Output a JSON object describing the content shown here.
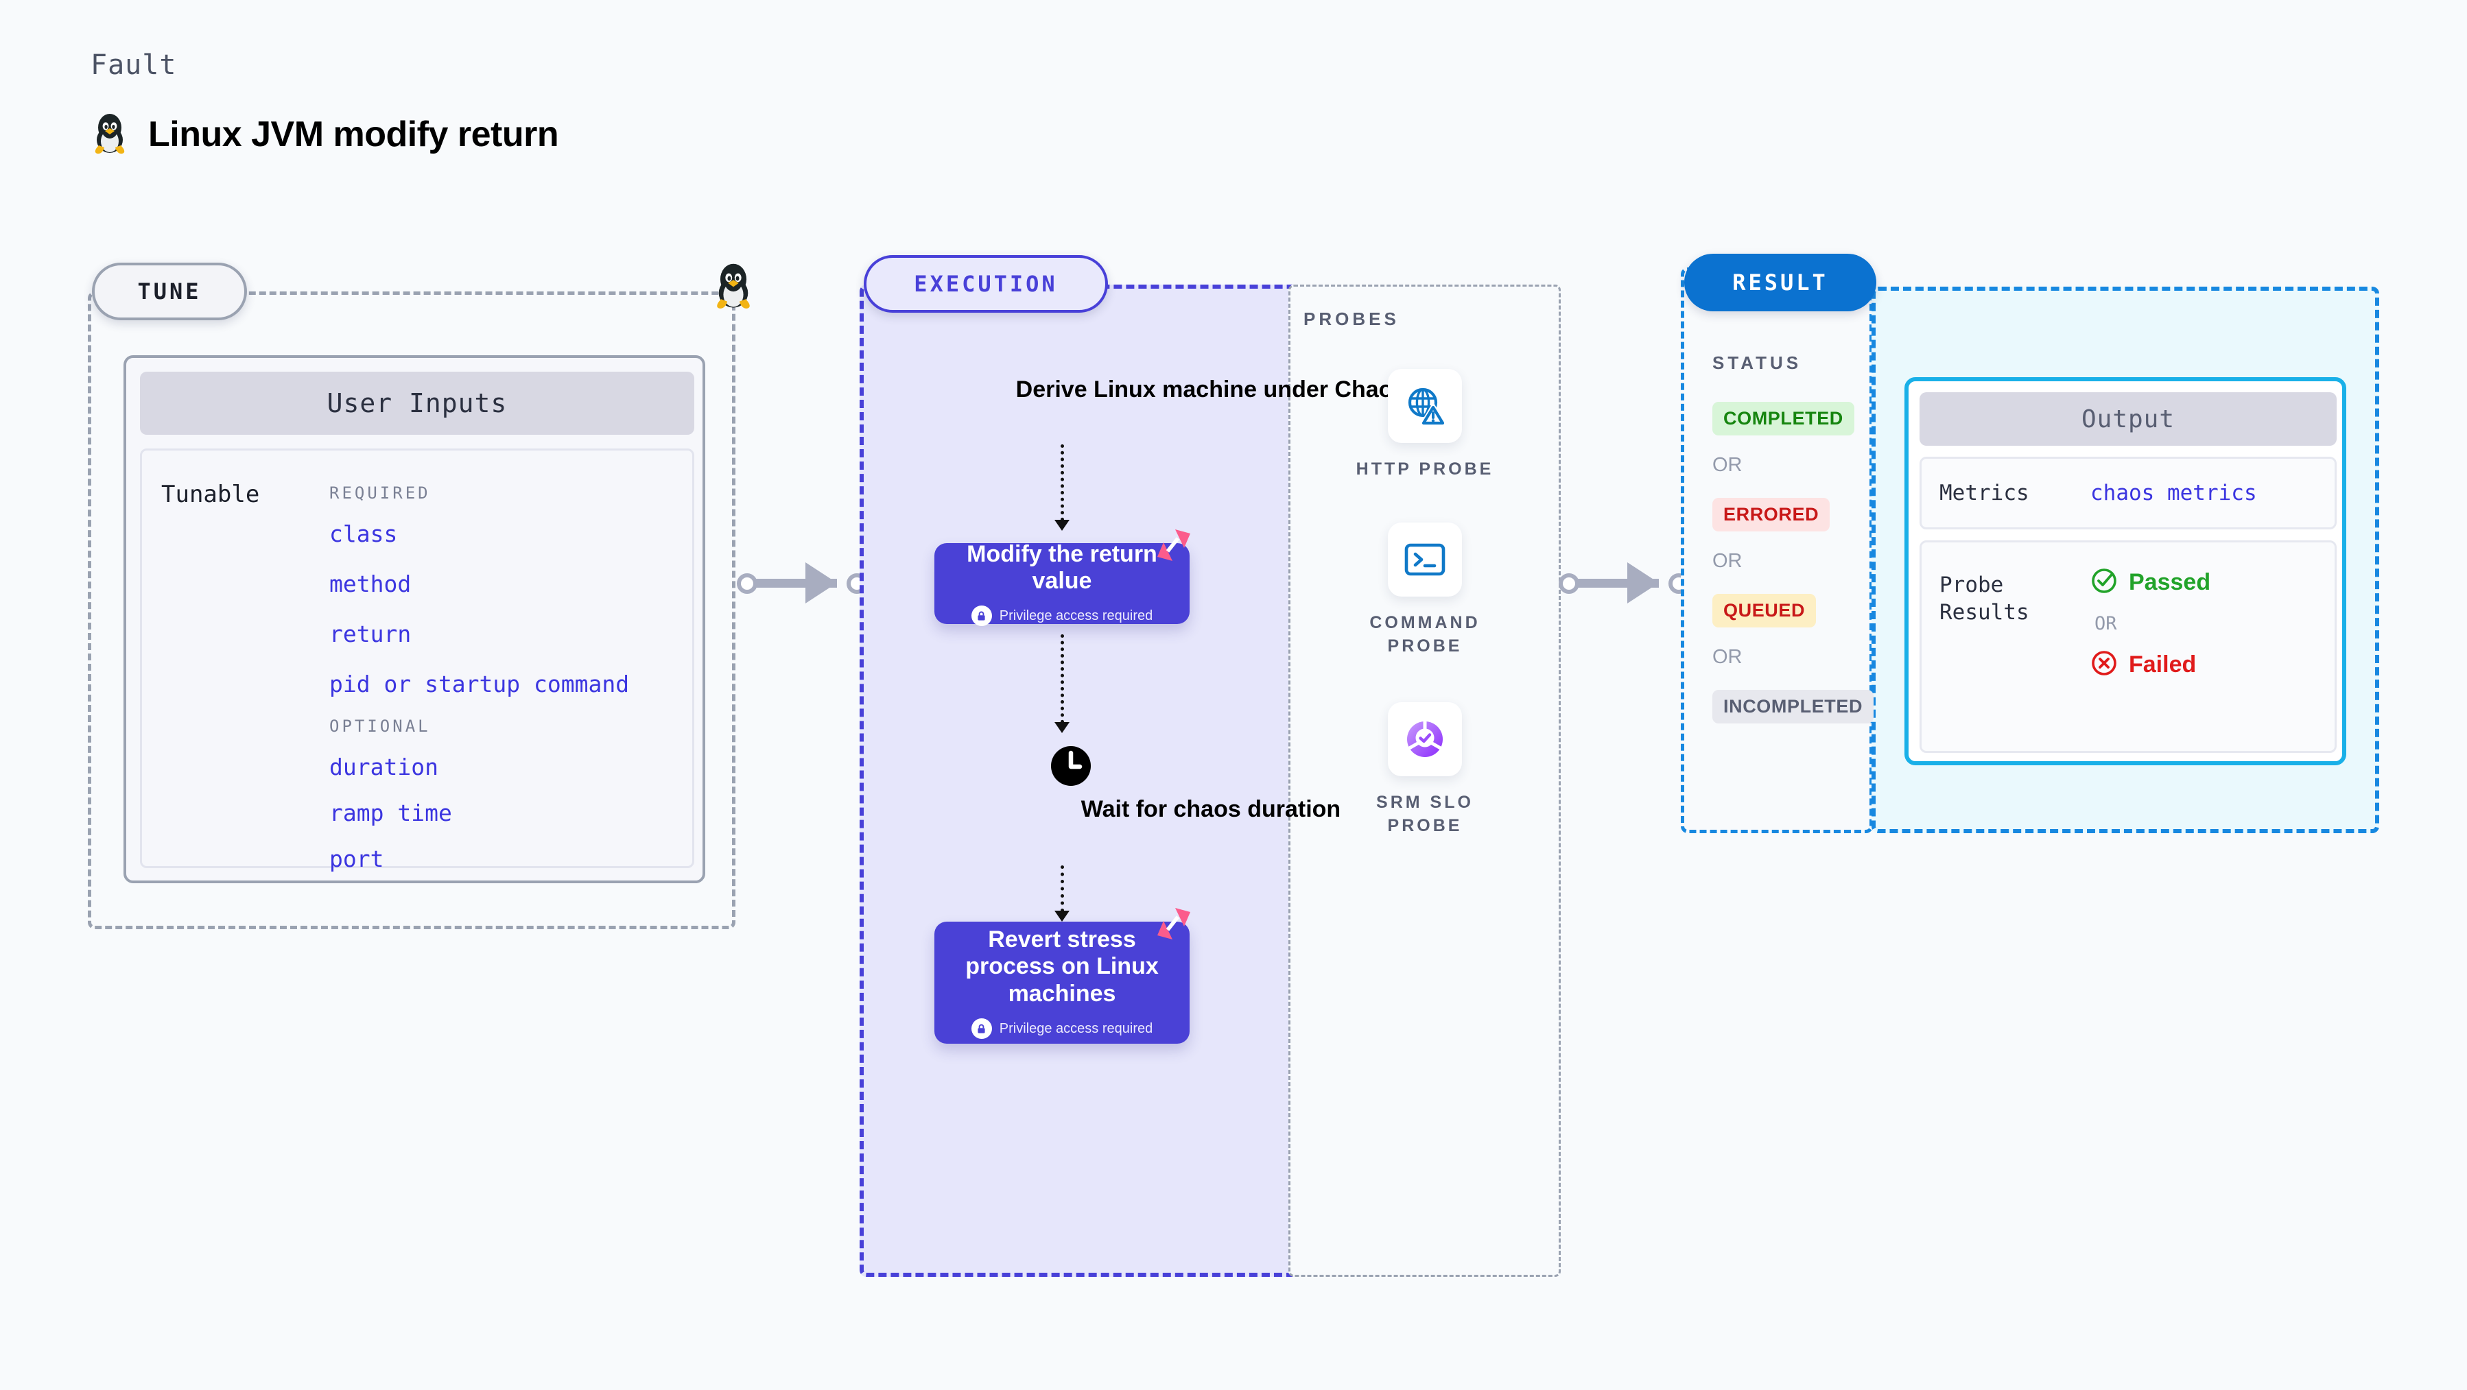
{
  "header": {
    "eyebrow": "Fault",
    "title": "Linux JVM modify return",
    "icon": "linux-penguin-icon"
  },
  "tune": {
    "pill_label": "TUNE",
    "card_title": "User Inputs",
    "tunable_label": "Tunable",
    "groups": [
      {
        "label": "REQUIRED",
        "items": [
          "class",
          "method",
          "return",
          "pid or startup command"
        ]
      },
      {
        "label": "OPTIONAL",
        "items": [
          "duration",
          "ramp time",
          "port"
        ]
      }
    ]
  },
  "execution": {
    "pill_label": "EXECUTION",
    "step_derive": "Derive Linux machine under Chaos",
    "step_modify": {
      "title": "Modify the return value",
      "privilege_note": "Privilege access required"
    },
    "step_wait": "Wait for chaos duration",
    "step_revert": {
      "title": "Revert stress process on Linux machines",
      "privilege_note": "Privilege access required"
    }
  },
  "probes": {
    "label": "PROBES",
    "items": [
      {
        "name": "HTTP PROBE",
        "icon": "globe-warning-icon"
      },
      {
        "name": "COMMAND PROBE",
        "icon": "terminal-icon"
      },
      {
        "name": "SRM SLO PROBE",
        "icon": "slo-donut-check-icon"
      }
    ]
  },
  "result": {
    "pill_label": "RESULT",
    "status_label": "STATUS",
    "or_label": "OR",
    "statuses": [
      {
        "label": "COMPLETED",
        "bg": "#d8f5d8",
        "fg": "#16850f"
      },
      {
        "label": "ERRORED",
        "bg": "#fde3e3",
        "fg": "#c81818"
      },
      {
        "label": "QUEUED",
        "bg": "#fdefc4",
        "fg": "#c81818"
      },
      {
        "label": "INCOMPLETED",
        "bg": "#e7e8ee",
        "fg": "#585e72"
      }
    ]
  },
  "output": {
    "title": "Output",
    "metrics_key": "Metrics",
    "metrics_value": "chaos metrics",
    "probe_results_key": "Probe Results",
    "passed_label": "Passed",
    "failed_label": "Failed",
    "or_label": "OR"
  },
  "colors": {
    "indigo": "#4a41d6",
    "indigo_pill_bg": "#e9e9fc",
    "exec_bg": "#e6e6fb",
    "result_blue": "#0b72d0",
    "output_cyan": "#19b0e8",
    "output_bg": "#eaf9fd",
    "harness_pink": "#fb5c8c",
    "probe_blue": "#1079c8",
    "slo_purple": "#9b4dfb",
    "pass_green": "#22a32a",
    "fail_red": "#e01b1b",
    "link_indigo": "#3b35e0",
    "muted_gray": "#939aab"
  }
}
